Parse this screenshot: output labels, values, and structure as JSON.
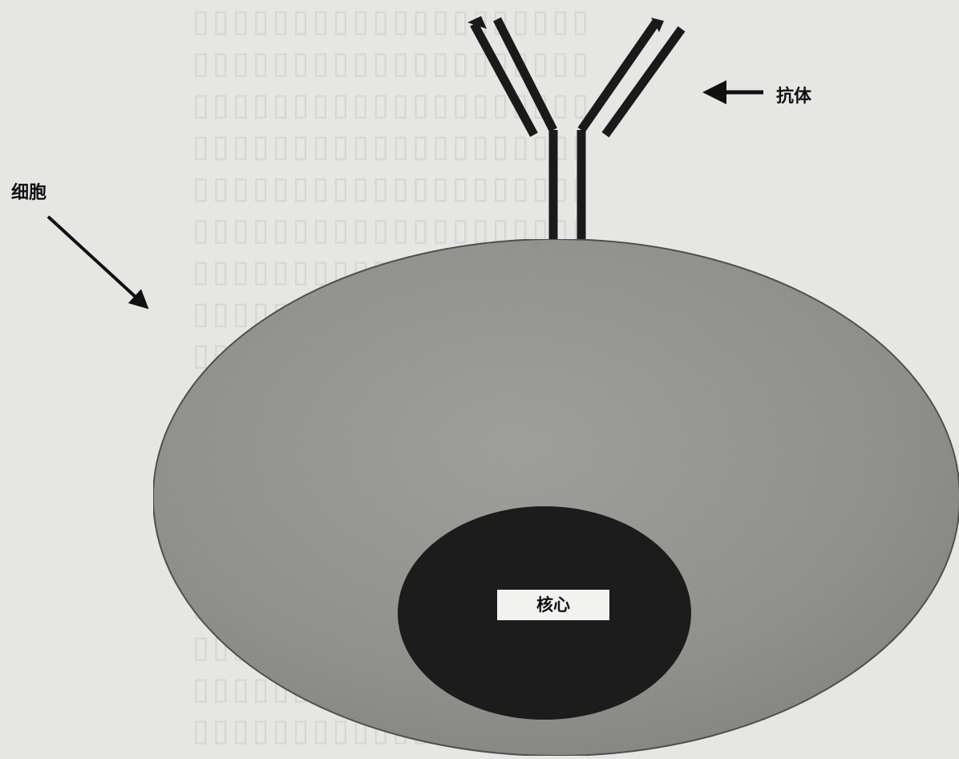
{
  "labels": {
    "antibody": "抗体",
    "cell": "细胞",
    "nucleus": "核心"
  },
  "colors": {
    "background": "#e6e6e4",
    "cell_fill": "#9c9c99",
    "nucleus_fill": "#1c1c1c",
    "antibody_stroke": "#1a1a1a",
    "label_box": "#f2f2f0"
  }
}
